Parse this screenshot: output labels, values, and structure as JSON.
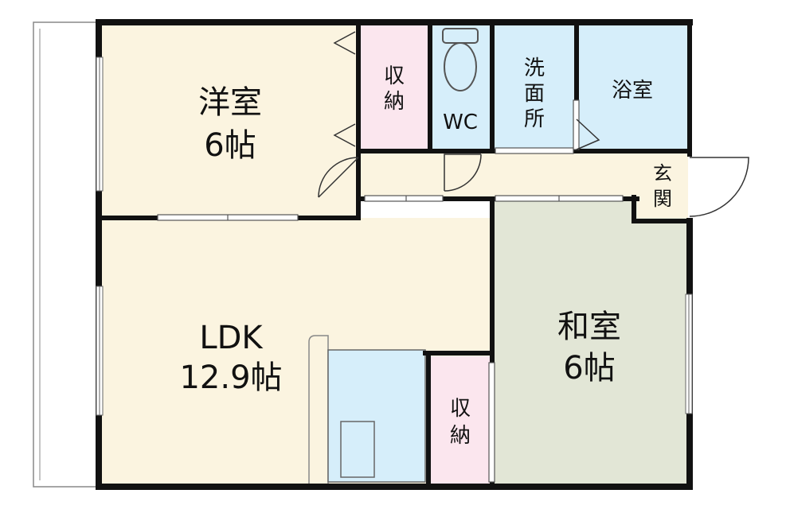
{
  "rooms": {
    "western": {
      "name": "洋室",
      "size": "6帖",
      "color": "#fbf4e0"
    },
    "ldk": {
      "name": "LDK",
      "size": "12.9帖",
      "color": "#fbf4e0"
    },
    "japanese": {
      "name": "和室",
      "size": "6帖",
      "color": "#e2e6d6"
    },
    "storage_top": {
      "line1": "収",
      "line2": "納",
      "color": "#fbe6ee"
    },
    "storage_bottom": {
      "line1": "収",
      "line2": "納",
      "color": "#fbe6ee"
    },
    "wc": {
      "name": "WC",
      "color": "#d6eefa"
    },
    "washroom": {
      "line1": "洗",
      "line2": "面",
      "line3": "所",
      "color": "#d6eefa"
    },
    "bath": {
      "name": "浴室",
      "color": "#d6eefa"
    },
    "entrance": {
      "line1": "玄",
      "line2": "関",
      "color": "#fbf4e0"
    }
  },
  "colors": {
    "wall": "#111111",
    "balcony": "#888888",
    "kitchen": "#d6eefa",
    "hall": "#fbf4e0"
  }
}
